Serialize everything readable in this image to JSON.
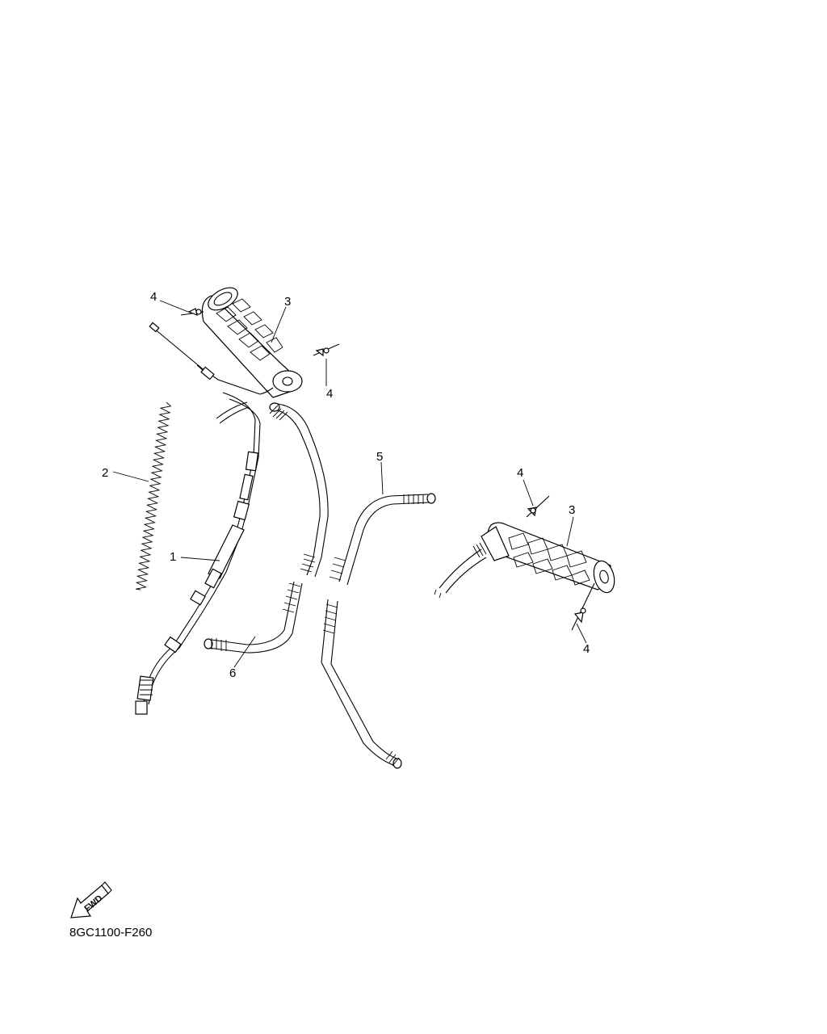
{
  "callouts": {
    "c1": "1",
    "c2": "2",
    "c3a": "3",
    "c3b": "3",
    "c4a": "4",
    "c4b": "4",
    "c4c": "4",
    "c4d": "4",
    "c5": "5",
    "c6": "6"
  },
  "fwd_label": "FWD",
  "drawing_code": "8GC1100-F260"
}
